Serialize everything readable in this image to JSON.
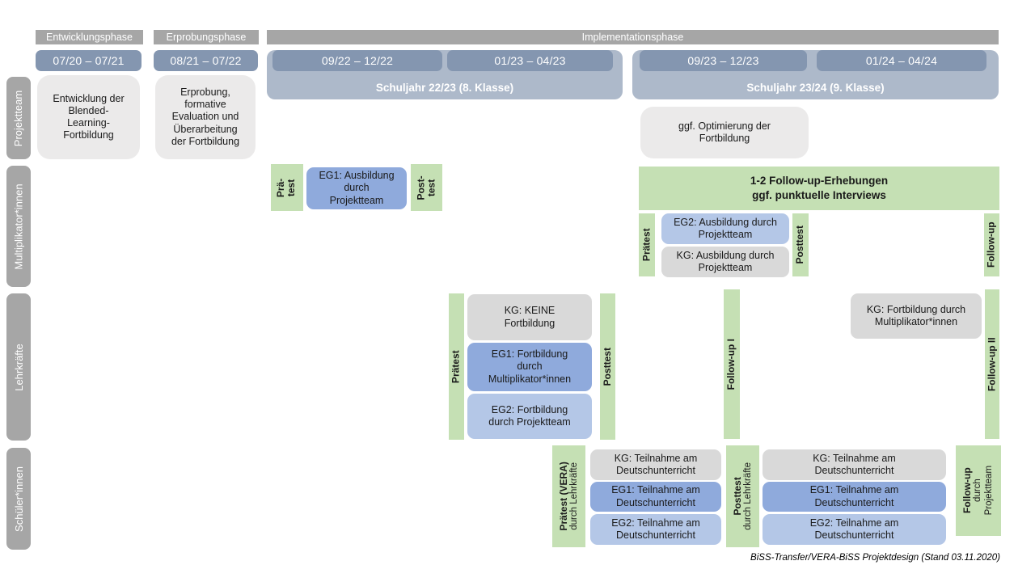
{
  "phases": {
    "entwicklung": "Entwicklungsphase",
    "erprobung": "Erprobungsphase",
    "implementation": "Implementationsphase"
  },
  "dates": {
    "d1": "07/20 – 07/21",
    "d2": "08/21 – 07/22",
    "d3": "09/22 – 12/22",
    "d4": "01/23 – 04/23",
    "d5": "09/23 – 12/23",
    "d6": "01/24 – 04/24"
  },
  "school_years": {
    "y1": "Schuljahr 22/23 (8. Klasse)",
    "y2": "Schuljahr 23/24 (9. Klasse)"
  },
  "row_labels": {
    "projektteam": "Projektteam",
    "multiplikatoren": "Multiplikator*innen",
    "lehrkraefte": "Lehrkräfte",
    "schueler": "Schüler*innen"
  },
  "projektteam": {
    "entwicklung": "Entwicklung der\nBlended-\nLearning-\nFortbildung",
    "erprobung": "Erprobung,\nformative\nEvaluation und\nÜberarbeitung\nder Fortbildung",
    "optimierung": "ggf. Optimierung der\nFortbildung"
  },
  "multiplikatoren": {
    "praetest1": "Prä-\ntest",
    "eg1": "EG1: Ausbildung\ndurch\nProjektteam",
    "posttest1": "Post-\ntest",
    "followup_header": "1-2 Follow-up-Erhebungen\nggf. punktuelle Interviews",
    "praetest2": "Prätest",
    "eg2": "EG2: Ausbildung durch\nProjektteam",
    "kg": "KG: Ausbildung durch\nProjektteam",
    "posttest2": "Posttest",
    "followup": "Follow-up"
  },
  "lehrkraefte": {
    "praetest": "Prätest",
    "kg": "KG: KEINE\nFortbildung",
    "eg1": "EG1: Fortbildung\ndurch\nMultiplikator*innen",
    "eg2": "EG2: Fortbildung\ndurch Projektteam",
    "posttest": "Posttest",
    "followup1": "Follow-up I",
    "kg2": "KG: Fortbildung durch\nMultiplikator*innen",
    "followup2": "Follow-up II"
  },
  "schueler": {
    "praetest_bold": "Prätest (VERA)",
    "praetest_sub": "durch Lehrkräfte",
    "kg1": "KG: Teilnahme am\nDeutschunterricht",
    "eg1_1": "EG1: Teilnahme am\nDeutschunterricht",
    "eg2_1": "EG2: Teilnahme am\nDeutschunterricht",
    "posttest_bold": "Posttest",
    "posttest_sub": "durch Lehrkräfte",
    "kg2": "KG: Teilnahme am\nDeutschunterricht",
    "eg1_2": "EG1: Teilnahme am\nDeutschunterricht",
    "eg2_2": "EG2: Teilnahme am\nDeutschunterricht",
    "followup_bold": "Follow-up",
    "followup_sub": "durch\nProjektteam"
  },
  "footer": "BiSS-Transfer/VERA-BiSS Projektdesign (Stand 03.11.2020)",
  "colors": {
    "phase_bar": "#a6a6a6",
    "date_bar": "#8496b0",
    "school_year_box": "#adb9ca",
    "row_label": "#a6a6a6",
    "project_box": "#ebeaea",
    "kg_box": "#d9d9d9",
    "eg1_box": "#8faadc",
    "eg2_box": "#b4c7e7",
    "assessment_green": "#c5e0b4"
  }
}
